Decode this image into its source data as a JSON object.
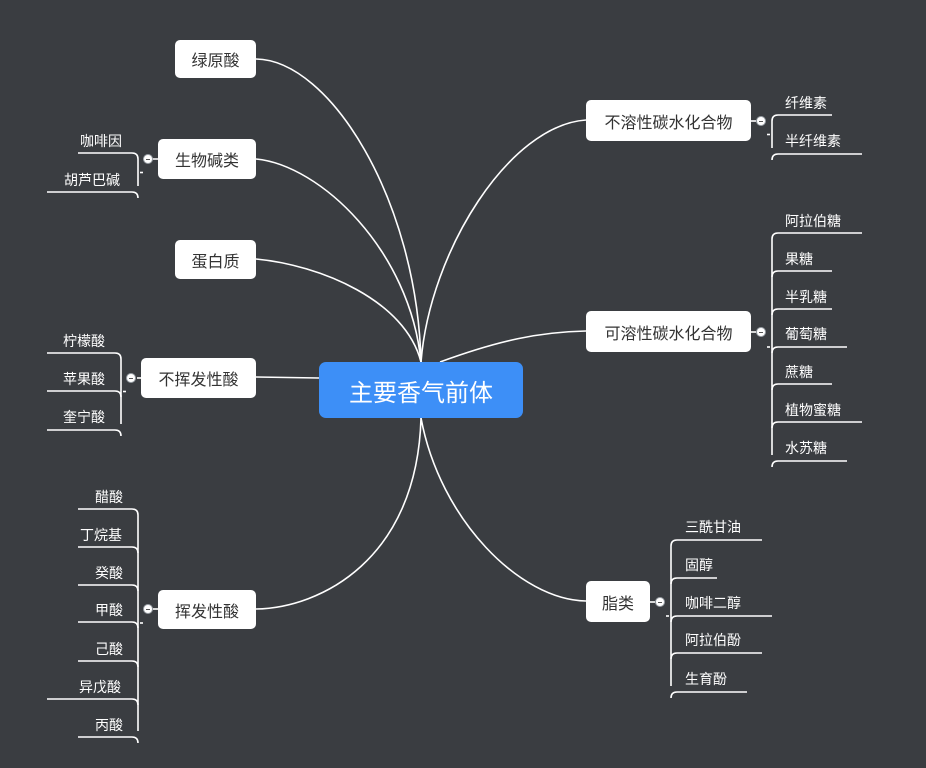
{
  "central": "主要香气前体",
  "left_topics": [
    {
      "id": "lv",
      "label": "绿原酸"
    },
    {
      "id": "sw",
      "label": "生物碱类",
      "children": [
        "咖啡因",
        "胡芦巴碱"
      ]
    },
    {
      "id": "db",
      "label": "蛋白质"
    },
    {
      "id": "bh",
      "label": "不挥发性酸",
      "children": [
        "柠檬酸",
        "苹果酸",
        "奎宁酸"
      ]
    },
    {
      "id": "hf",
      "label": "挥发性酸",
      "children": [
        "醋酸",
        "丁烷基",
        "癸酸",
        "甲酸",
        "己酸",
        "异戊酸",
        "丙酸"
      ]
    }
  ],
  "right_topics": [
    {
      "id": "br",
      "label": "不溶性碳水化合物",
      "children": [
        "纤维素",
        "半纤维素"
      ]
    },
    {
      "id": "kr",
      "label": "可溶性碳水化合物",
      "children": [
        "阿拉伯糖",
        "果糖",
        "半乳糖",
        "葡萄糖",
        "蔗糖",
        "植物蜜糖",
        "水苏糖"
      ]
    },
    {
      "id": "zl",
      "label": "脂类",
      "children": [
        "三酰甘油",
        "固醇",
        "咖啡二醇",
        "阿拉伯酚",
        "生育酚"
      ]
    }
  ],
  "colors": {
    "background": "#3a3d41",
    "central": "#3d8ff7",
    "line": "#ffffff"
  }
}
